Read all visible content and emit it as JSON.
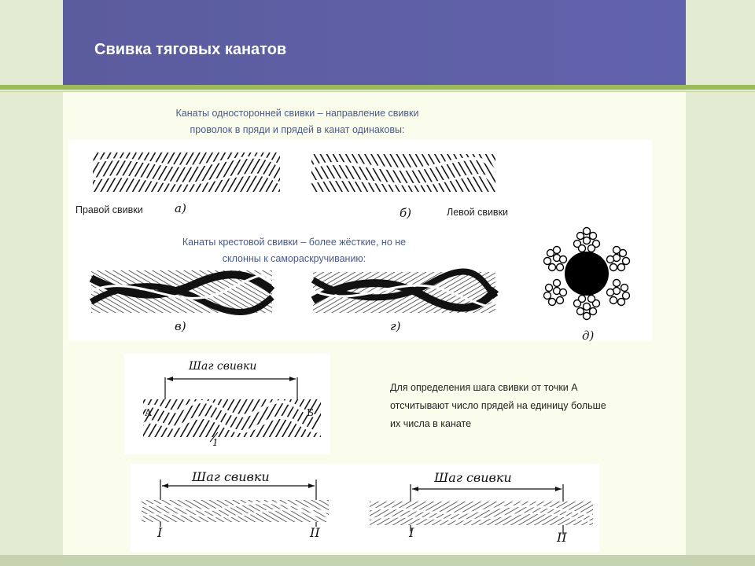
{
  "slide": {
    "title": "Свивка тяговых канатов",
    "one_side": {
      "line1": "Канаты односторонней свивки – направление свивки",
      "line2": "проволок в пряди и прядей в канат одинаковы:"
    },
    "cross": {
      "line1": "Канаты крестовой свивки – более жёсткие, но не",
      "line2": "склонны к самораскручиванию:"
    },
    "right_lay": "Правой свивки",
    "left_lay": "Левой свивки",
    "fig_labels": {
      "a": "а)",
      "b": "б)",
      "v": "в)",
      "g": "г)",
      "d": "д)"
    },
    "pitch_description": {
      "line1": "Для определения шага свивки от точки А",
      "line2": "отсчитывают число прядей на единицу больше",
      "line3": "их числа в канате"
    },
    "pitch_label": "Шаг свивки",
    "point_a": "А",
    "point_b": "Б",
    "mark_1": "1",
    "roman_i": "I",
    "roman_ii": "II"
  },
  "colors": {
    "header": "#6162ac",
    "accent_green": "#9bbb59",
    "text_blue": "#4a5a8a"
  }
}
